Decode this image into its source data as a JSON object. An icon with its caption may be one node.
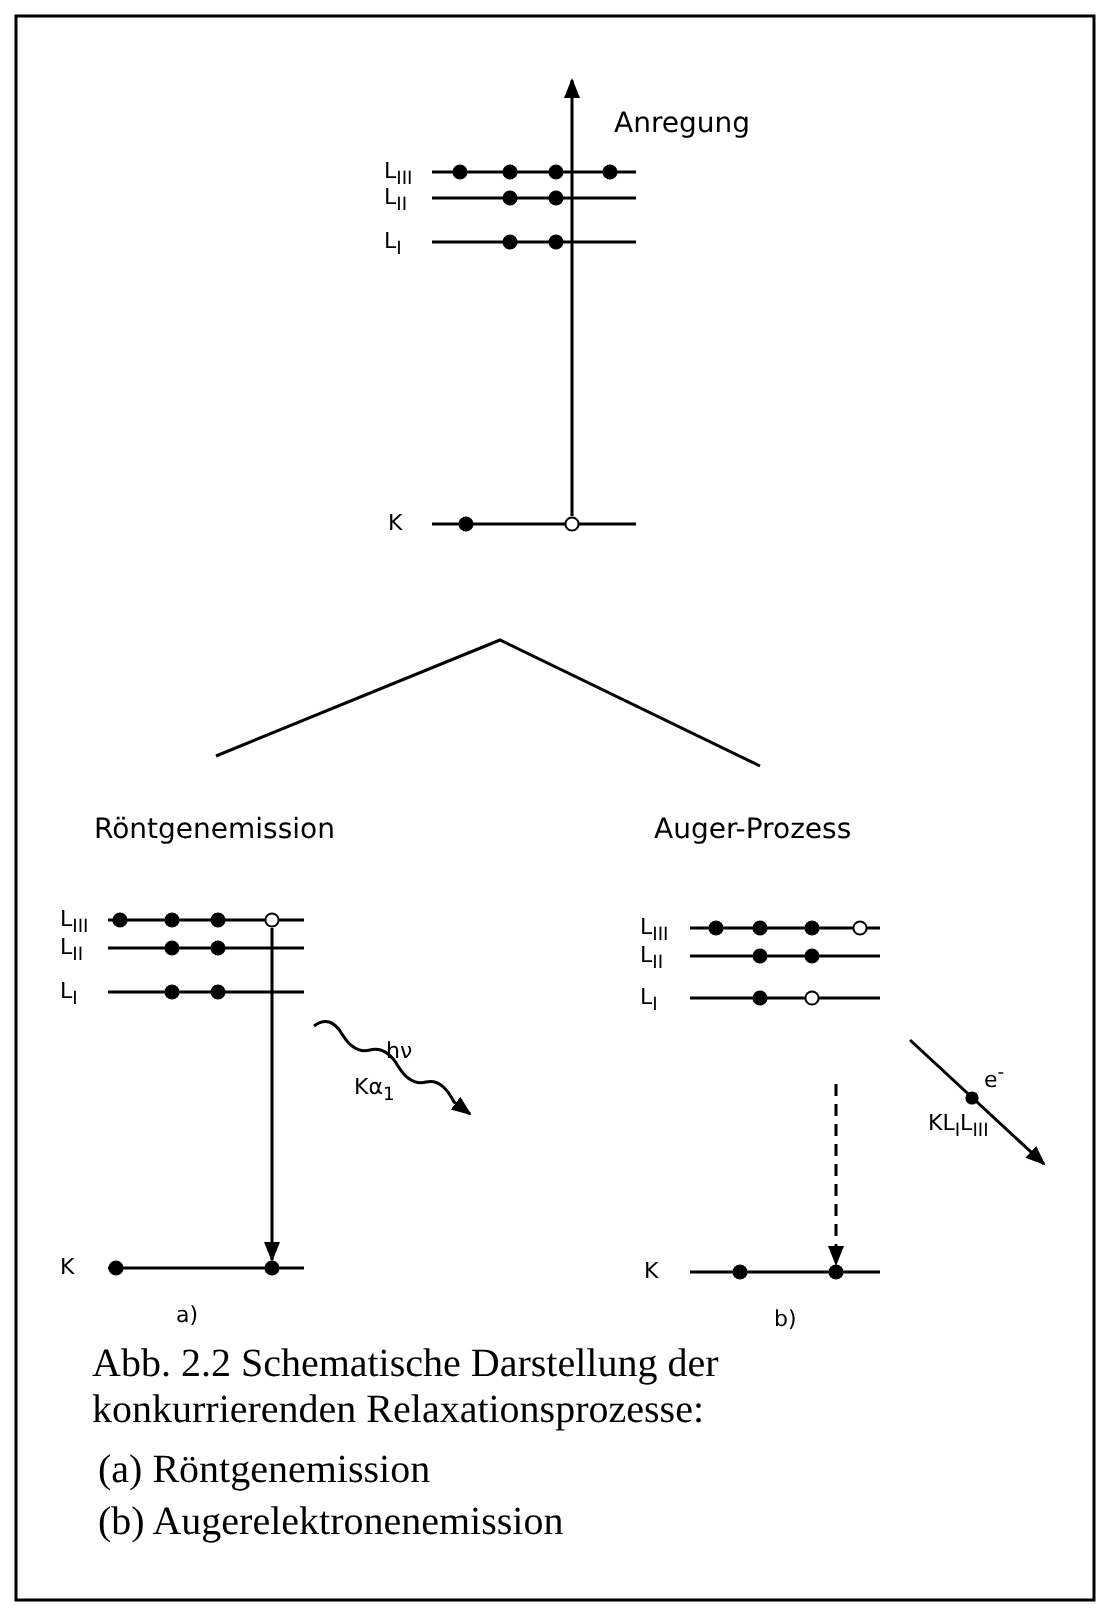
{
  "diagram": {
    "caption": "Abb. 2.2 Schematische Darstellung der konkurrierenden Relaxationsprozesse:",
    "labels": [
      "Anregung",
      "L$_{III}$",
      "L$_{II}$",
      "L$_{I}$",
      "K",
      "Röntgenemission",
      "Auger-Prozess",
      "L$_{III}$",
      "L$_{II}$",
      "L$_{I}$",
      "hν",
      "Kα$_{1}$",
      "K",
      "a)",
      "L$_{III}$",
      "L$_{II}$",
      "L$_{I}$",
      "e$^{-}$",
      "KL$_{I}$L$_{III}$",
      "K",
      "b)",
      "(a)  Röntgenemission",
      "(b)  Augerelektronenemission"
    ]
  }
}
